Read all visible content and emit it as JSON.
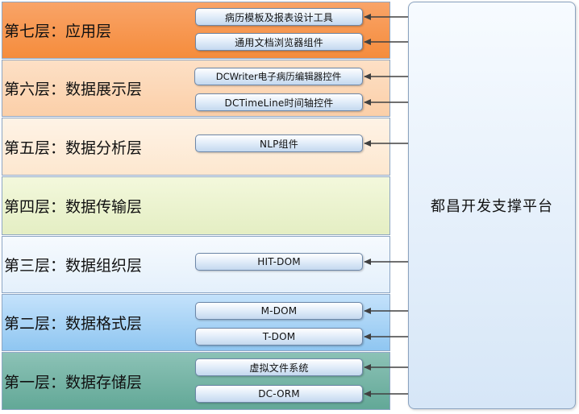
{
  "platform": {
    "label": "都昌开发支撑平台"
  },
  "layers": [
    {
      "title": "第七层：应用层",
      "color": "#f79646",
      "components": [
        "病历模板及报表设计工具",
        "通用文档浏览器组件"
      ]
    },
    {
      "title": "第六层：数据展示层",
      "color": "#fbd4b4",
      "components": [
        "DCWriter电子病历编辑器控件",
        "DCTimeLine时间轴控件"
      ]
    },
    {
      "title": "第五层：数据分析层",
      "color": "#fdebd9",
      "components": [
        "NLP组件"
      ]
    },
    {
      "title": "第四层：数据传输层",
      "color": "#ebf1d0",
      "components": []
    },
    {
      "title": "第三层：数据组织层",
      "color": "#eef5fc",
      "components": [
        "HIT-DOM"
      ]
    },
    {
      "title": "第二层：数据格式层",
      "color": "#a8d2f5",
      "components": [
        "M-DOM",
        "T-DOM"
      ]
    },
    {
      "title": "第一层：数据存储层",
      "color": "#77b5a8",
      "components": [
        "虚拟文件系统",
        "DC-ORM"
      ]
    }
  ]
}
